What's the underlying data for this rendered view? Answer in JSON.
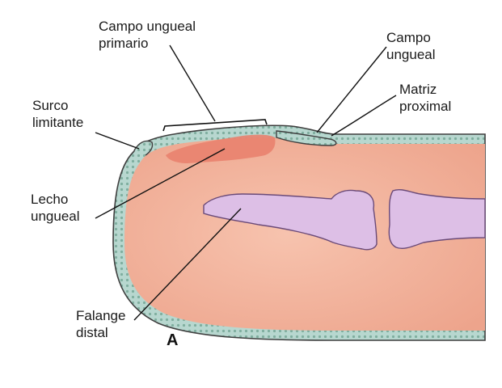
{
  "labels": {
    "campo_primario": [
      "Campo ungueal",
      "primario"
    ],
    "campo_ungueal": [
      "Campo",
      "ungueal"
    ],
    "surco_limitante": [
      "Surco",
      "limitante"
    ],
    "matriz_proximal": [
      "Matriz",
      "proximal"
    ],
    "lecho_ungueal": [
      "Lecho",
      "ungueal"
    ],
    "falange_distal": [
      "Falange",
      "distal"
    ]
  },
  "panel_letter": "A",
  "colors": {
    "finger_fill": "#f4b59e",
    "epidermis_fill": "#b7d7cf",
    "epidermis_cells": "#7fae9f",
    "nail_field": "#e9826e",
    "bone_fill": "#ddbfe6",
    "bone_stroke": "#6a4a78",
    "outline": "#3f3f3f",
    "leader_line": "#111111"
  }
}
